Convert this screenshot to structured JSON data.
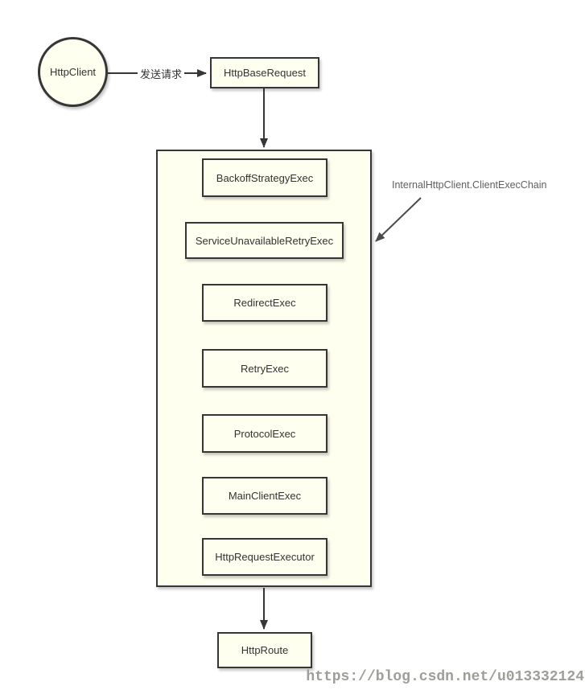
{
  "diagram": {
    "nodes": {
      "client": "HttpClient",
      "base_request": "HttpBaseRequest",
      "route": "HttpRoute"
    },
    "edge_label": "发送请求",
    "chain_annotation": "InternalHttpClient.ClientExecChain",
    "chain_nodes": [
      "BackoffStrategyExec",
      "ServiceUnavailableRetryExec",
      "RedirectExec",
      "RetryExec",
      "ProtocolExec",
      "MainClientExec",
      "HttpRequestExecutor"
    ],
    "watermark": "https://blog.csdn.net/u013332124",
    "colors": {
      "node_fill": "#FFFFF0",
      "node_border": "#363636",
      "text": "#333333",
      "annotation_text": "#5F5F5F",
      "watermark_text": "#9E9E98",
      "background": "#FFFFFF"
    }
  }
}
